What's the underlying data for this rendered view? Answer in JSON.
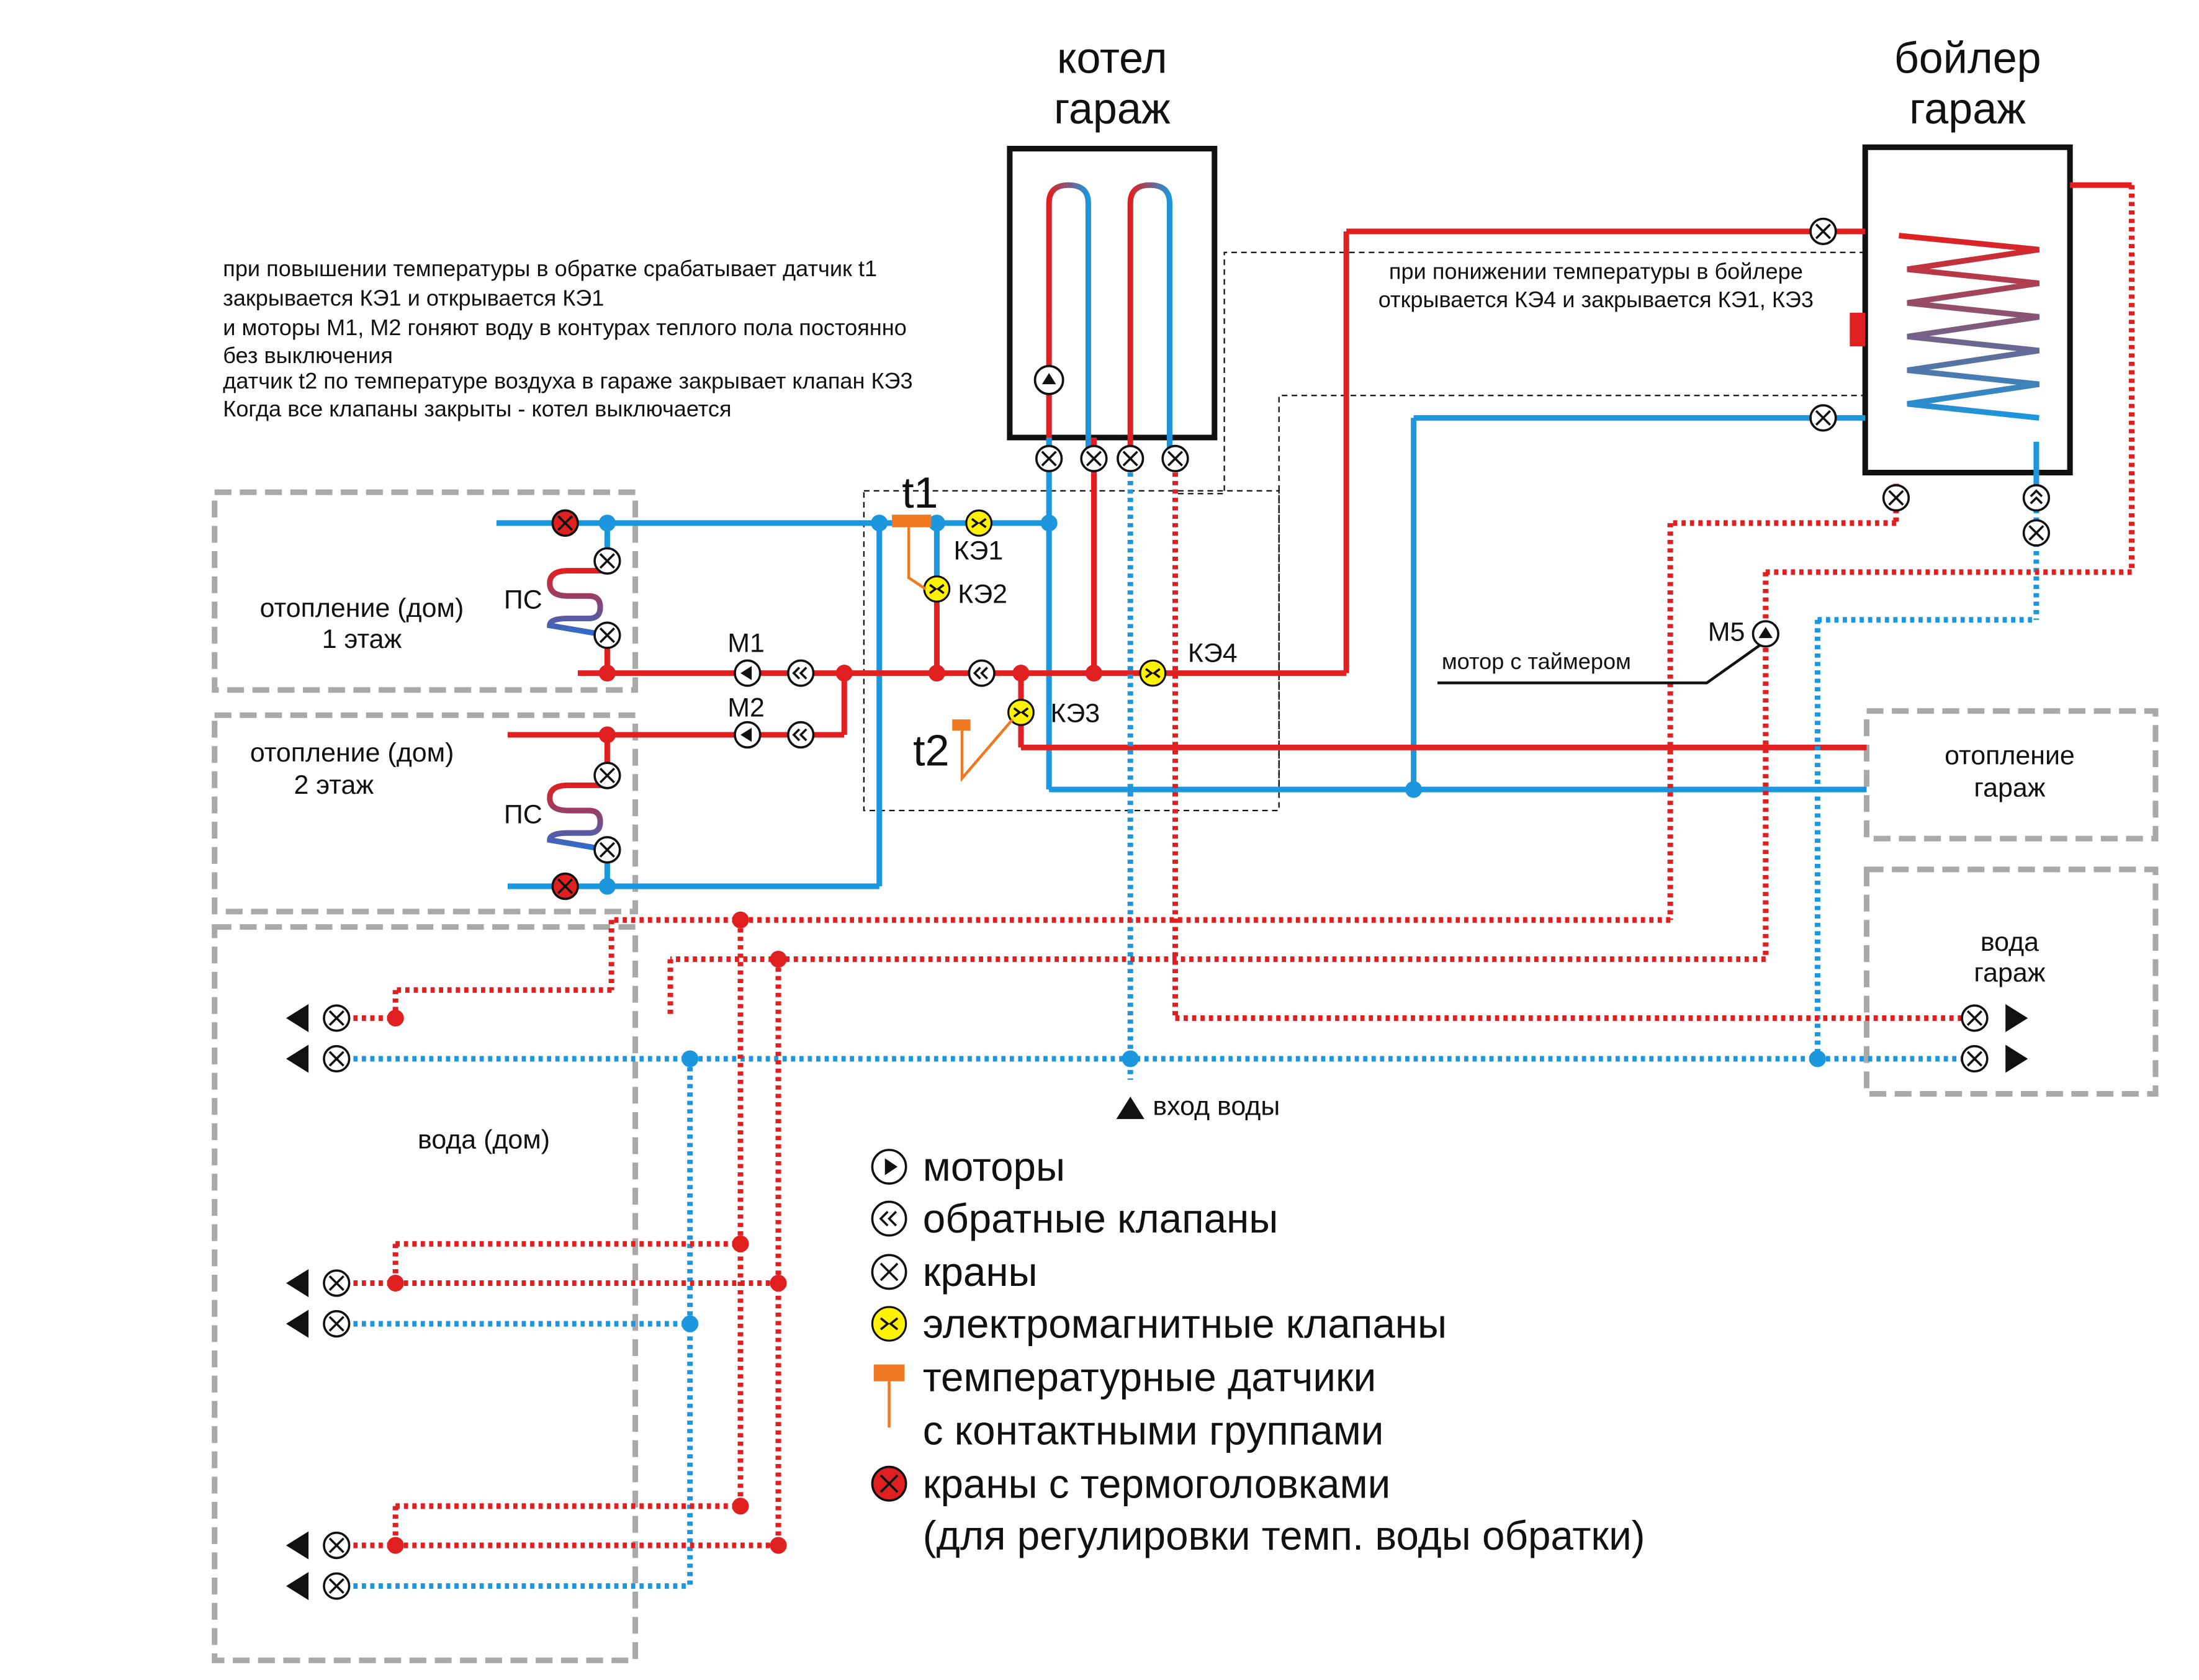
{
  "boiler": {
    "line1": "котел",
    "line2": "гараж"
  },
  "tank": {
    "line1": "бойлер",
    "line2": "гараж"
  },
  "note_left": [
    "при повышении температуры в обратке срабатывает датчик t1",
    "закрывается КЭ1 и открывается КЭ1",
    "и моторы М1, М2 гоняют воду в контурах теплого пола постоянно",
    "без выключения",
    "датчик t2 по температуре воздуха в гараже закрывает клапан КЭ3",
    "Когда все клапаны закрыты - котел выключается"
  ],
  "note_right": [
    "при понижении температуры в бойлере",
    "открывается КЭ4 и закрывается КЭ1, КЭ3"
  ],
  "zones": {
    "floor1": {
      "line1": "отопление (дом)",
      "line2": "1 этаж"
    },
    "floor2": {
      "line1": "отопление (дом)",
      "line2": "2 этаж"
    },
    "garage_heat": {
      "line1": "отопление",
      "line2": "гараж"
    },
    "garage_water": {
      "line1": "вода",
      "line2": "гараж"
    },
    "house_water": "вода (дом)"
  },
  "labels": {
    "ps1": "ПС",
    "ps2": "ПС",
    "m1": "М1",
    "m2": "М2",
    "m5": "М5",
    "t1": "t1",
    "t2": "t2",
    "ke1": "КЭ1",
    "ke2": "КЭ2",
    "ke3": "КЭ3",
    "ke4": "КЭ4",
    "motor_timer": "мотор с таймером",
    "water_in": "вход воды"
  },
  "legend": {
    "motors": "моторы",
    "check_valves": "обратные клапаны",
    "taps": "краны",
    "solenoid_valves": "электромагнитные клапаны",
    "temp_sensors_1": "температурные датчики",
    "temp_sensors_2": "с контактными группами",
    "thermo_taps_1": "краны с термоголовками",
    "thermo_taps_2": "(для регулировки темп. воды обратки)"
  },
  "colors": {
    "hot_pipe": "#e02020",
    "cold_pipe": "#1c96dc",
    "solenoid": "#fff200",
    "sensor": "#f07820",
    "zone_border": "#a9a9a9"
  }
}
